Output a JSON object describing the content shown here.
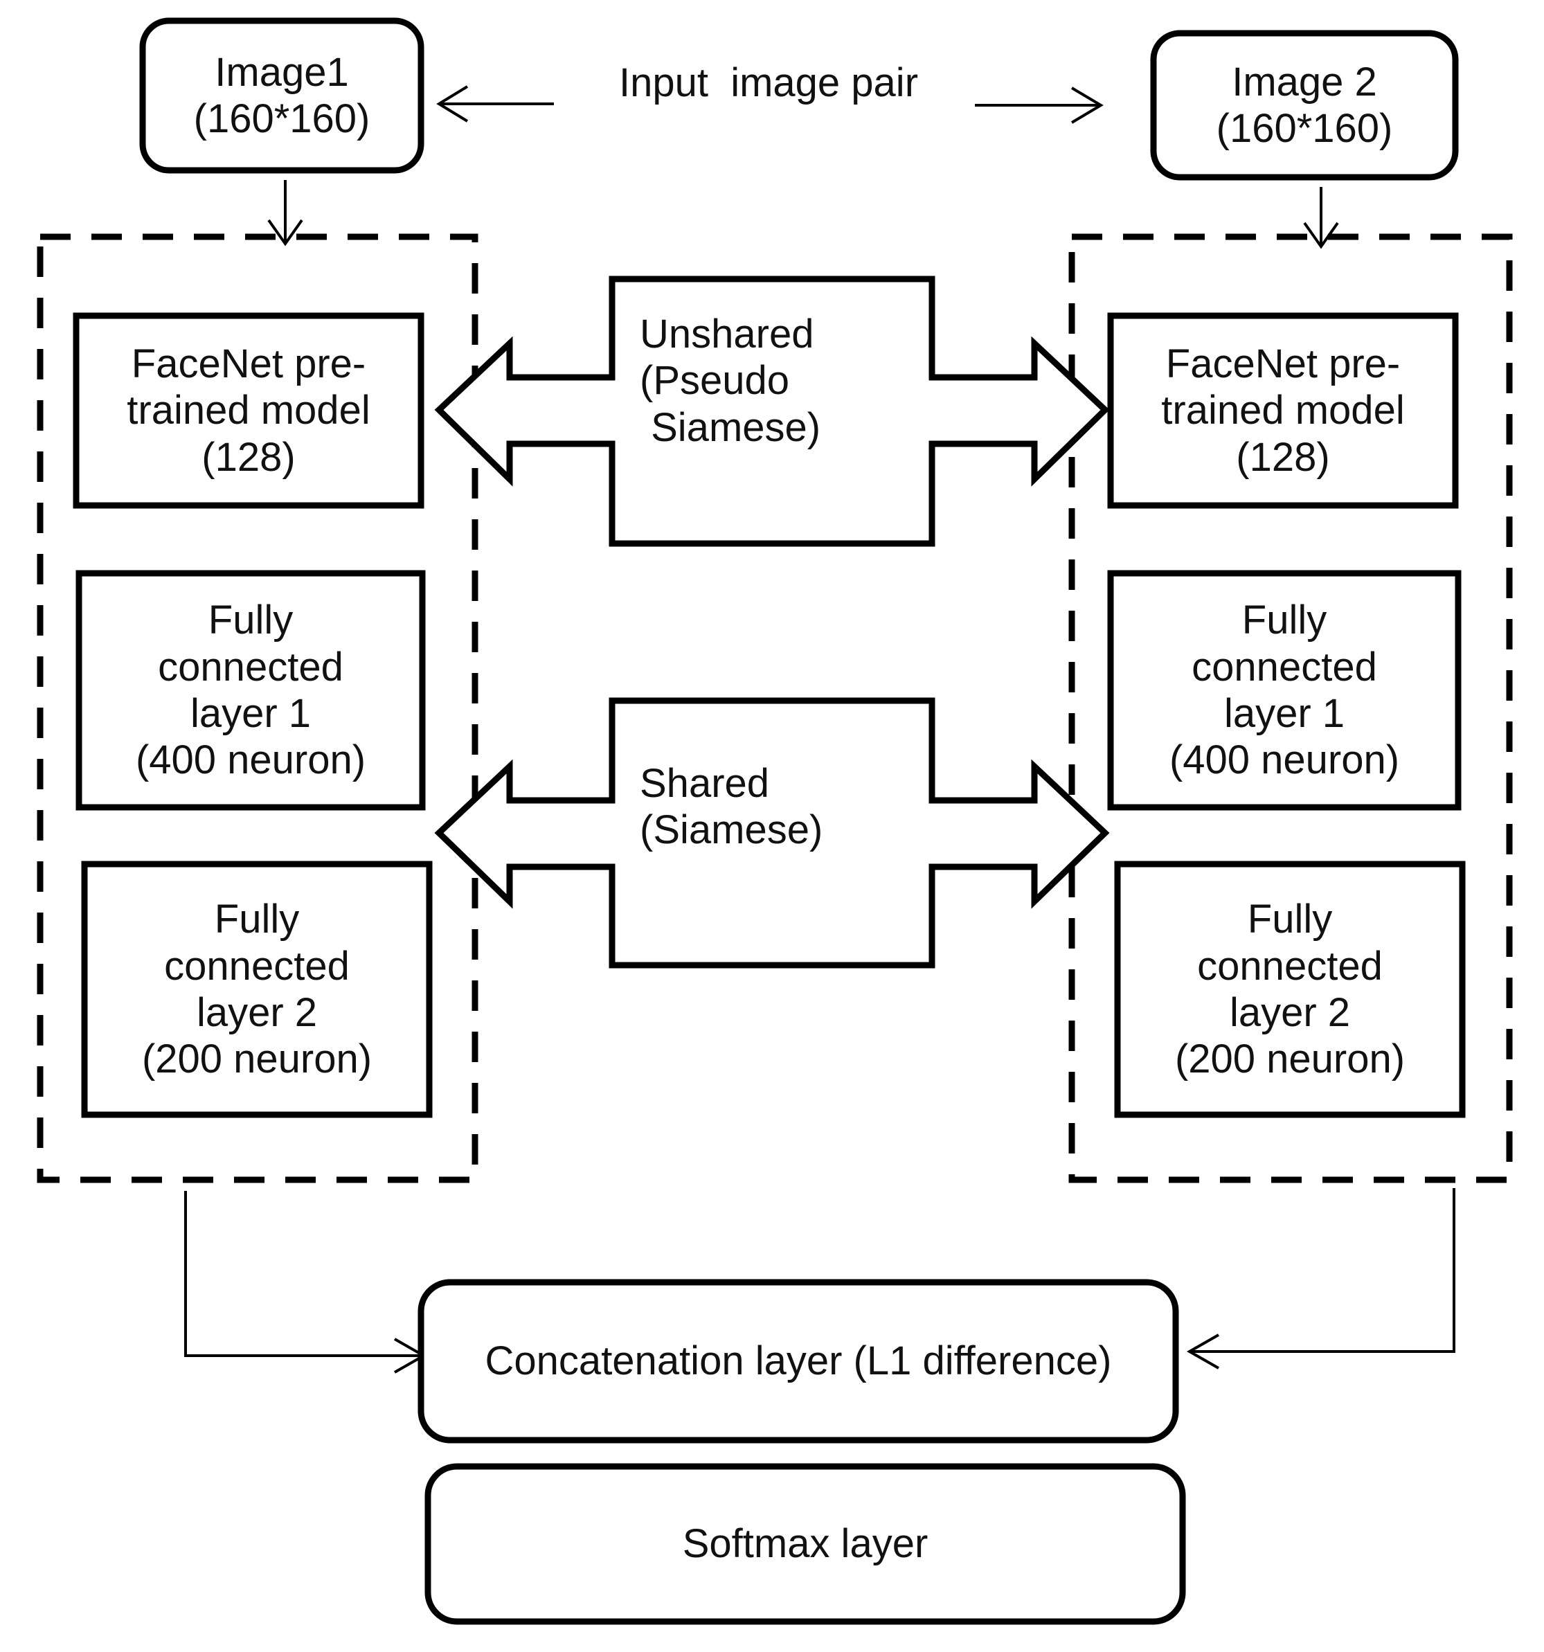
{
  "input": {
    "label": "Input  image pair",
    "image1": "Image1\n(160*160)",
    "image2": "Image 2\n(160*160)"
  },
  "left_branch": {
    "facenet": "FaceNet pre-\ntrained model\n(128)",
    "fc1": "Fully\nconnected\nlayer 1\n(400 neuron)",
    "fc2": "Fully\nconnected\nlayer 2\n(200 neuron)"
  },
  "right_branch": {
    "facenet": "FaceNet pre-\ntrained model\n(128)",
    "fc1": "Fully\nconnected\nlayer 1\n(400 neuron)",
    "fc2": "Fully\nconnected\nlayer 2\n(200 neuron)"
  },
  "weights": {
    "unshared": "Unshared\n(Pseudo\n Siamese)",
    "shared": "Shared\n(Siamese)"
  },
  "head": {
    "concat": "Concatenation layer (L1 difference)",
    "softmax": "Softmax layer"
  },
  "colors": {
    "stroke": "#000000",
    "text": "#111111",
    "background": "#ffffff"
  }
}
